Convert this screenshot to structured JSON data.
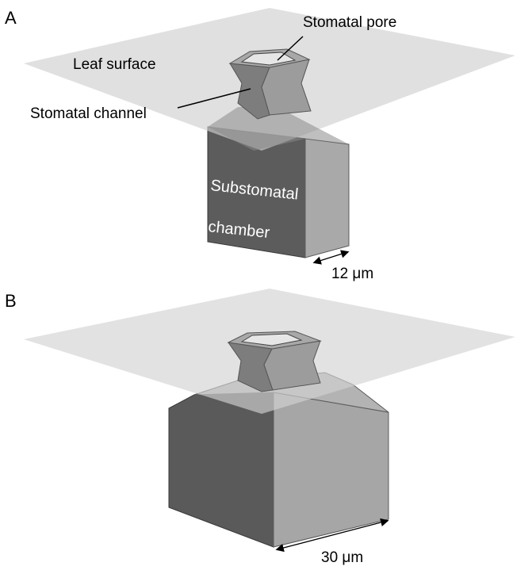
{
  "panel_a": {
    "letter": "A",
    "labels": {
      "leaf_surface": "Leaf surface",
      "stomatal_pore": "Stomatal pore",
      "stomatal_channel": "Stomatal channel",
      "substomatal_line1": "Substomatal",
      "substomatal_line2": "chamber"
    },
    "scale_bar": "12 μm"
  },
  "panel_b": {
    "letter": "B",
    "scale_bar": "30 μm"
  },
  "colors": {
    "leaf_plane": "#d9d9d9",
    "dark_face": "#5a5a5a",
    "mid_face": "#a4a4a4",
    "light_face": "#b8b8b8"
  }
}
